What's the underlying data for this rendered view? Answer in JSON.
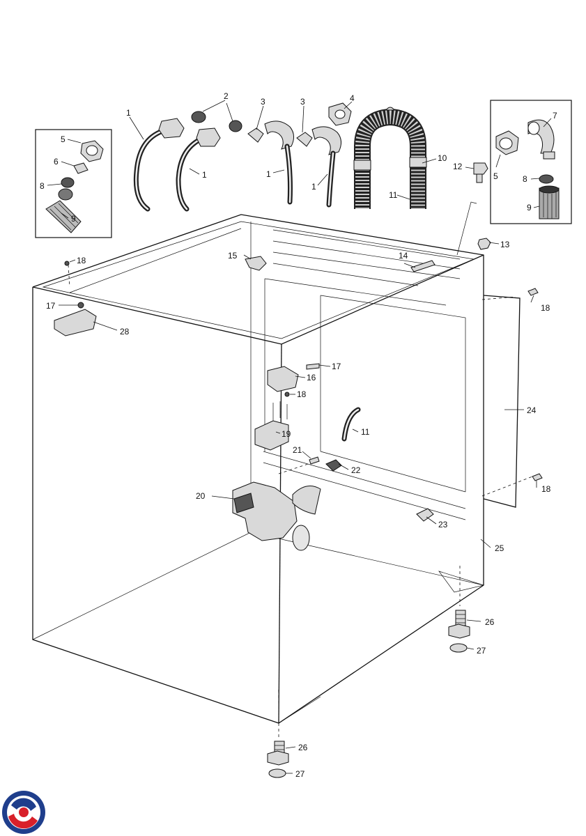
{
  "callouts": [
    {
      "id": "c1a",
      "text": "1"
    },
    {
      "id": "c1b",
      "text": "1"
    },
    {
      "id": "c1c",
      "text": "1"
    },
    {
      "id": "c1d",
      "text": "1"
    },
    {
      "id": "c2",
      "text": "2"
    },
    {
      "id": "c3a",
      "text": "3"
    },
    {
      "id": "c3b",
      "text": "3"
    },
    {
      "id": "c4",
      "text": "4"
    },
    {
      "id": "c5a",
      "text": "5"
    },
    {
      "id": "c5b",
      "text": "5"
    },
    {
      "id": "c6",
      "text": "6"
    },
    {
      "id": "c7",
      "text": "7"
    },
    {
      "id": "c8a",
      "text": "8"
    },
    {
      "id": "c8b",
      "text": "8"
    },
    {
      "id": "c9a",
      "text": "9"
    },
    {
      "id": "c9b",
      "text": "9"
    },
    {
      "id": "c10",
      "text": "10"
    },
    {
      "id": "c11a",
      "text": "11"
    },
    {
      "id": "c11b",
      "text": "11"
    },
    {
      "id": "c12",
      "text": "12"
    },
    {
      "id": "c13",
      "text": "13"
    },
    {
      "id": "c14",
      "text": "14"
    },
    {
      "id": "c15",
      "text": "15"
    },
    {
      "id": "c16",
      "text": "16"
    },
    {
      "id": "c17a",
      "text": "17"
    },
    {
      "id": "c17b",
      "text": "17"
    },
    {
      "id": "c18a",
      "text": "18"
    },
    {
      "id": "c18b",
      "text": "18"
    },
    {
      "id": "c18c",
      "text": "18"
    },
    {
      "id": "c18d",
      "text": "18"
    },
    {
      "id": "c19",
      "text": "19"
    },
    {
      "id": "c20",
      "text": "20"
    },
    {
      "id": "c21",
      "text": "21"
    },
    {
      "id": "c22",
      "text": "22"
    },
    {
      "id": "c23",
      "text": "23"
    },
    {
      "id": "c24",
      "text": "24"
    },
    {
      "id": "c25",
      "text": "25"
    },
    {
      "id": "c26a",
      "text": "26"
    },
    {
      "id": "c26b",
      "text": "26"
    },
    {
      "id": "c27a",
      "text": "27"
    },
    {
      "id": "c27b",
      "text": "27"
    },
    {
      "id": "c28",
      "text": "28"
    }
  ],
  "colors": {
    "logo_blue": "#1f3e8c",
    "logo_red": "#d8202a",
    "line": "#111111"
  },
  "logo": {
    "name": "brand-logo"
  }
}
